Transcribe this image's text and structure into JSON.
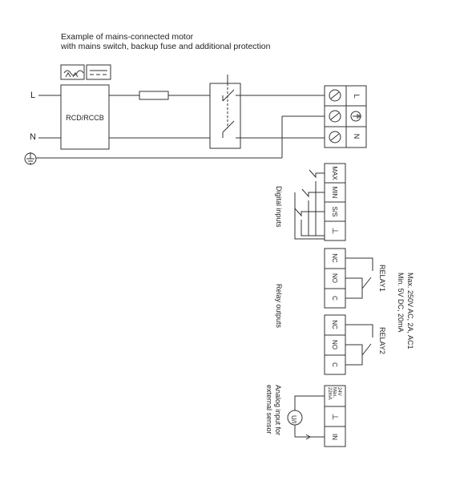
{
  "caption": {
    "line1": "Example of mains-connected motor",
    "line2": "with mains switch, backup fuse and additional protection"
  },
  "mains": {
    "line": "L",
    "neutral": "N",
    "rcd": "RCD/RCCB"
  },
  "power_terminal": {
    "line": "L",
    "neutral": "N"
  },
  "digital": {
    "title": "Digital inputs",
    "terminals": [
      "MAX",
      "MIN",
      "S/S",
      "⊥"
    ]
  },
  "relay": {
    "title": "Relay outputs",
    "relay1": "RELAY1",
    "relay2": "RELAY2",
    "terminals": [
      "NC",
      "NO",
      "C"
    ],
    "spec1": "Max. 250V AC, 2A, AC1",
    "spec2": "Min. 5V DC, 20mA"
  },
  "analog": {
    "title1": "Analog input for",
    "title2": "external sensor",
    "terminal_top1": "24V",
    "terminal_top2": "Max.",
    "terminal_top3": "22mA",
    "terminal_gnd": "⊥",
    "terminal_in": "IN",
    "sensor": "U/I"
  },
  "icons": [
    "ac-dc-symbol-icon",
    "dc-symbol-icon",
    "earth-ground-icon"
  ]
}
